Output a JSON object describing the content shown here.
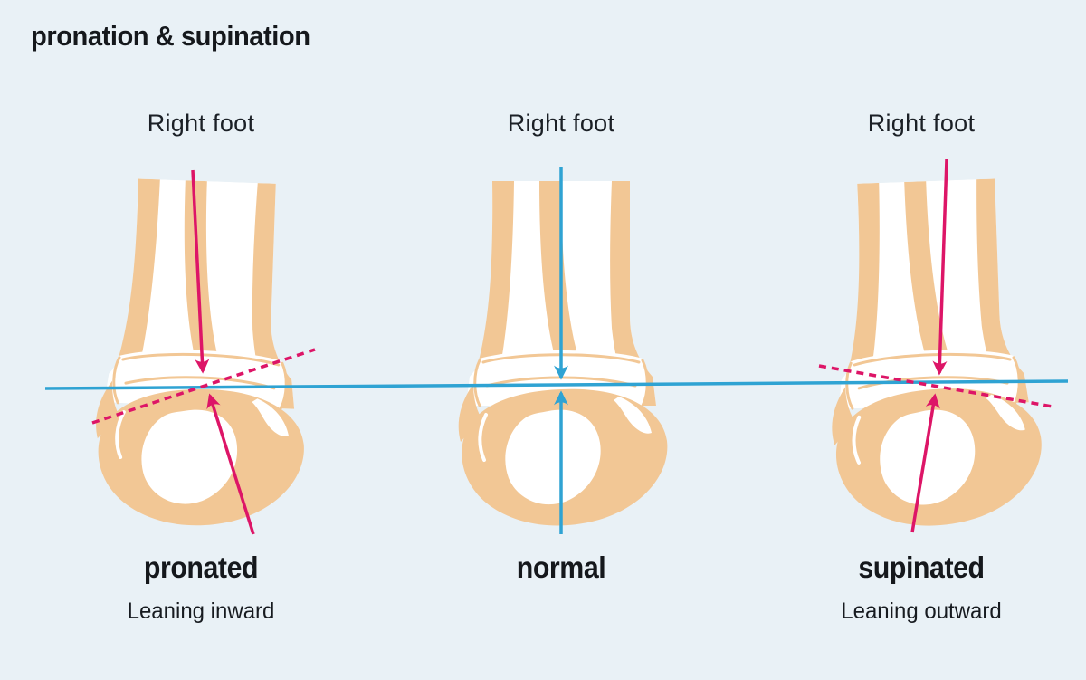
{
  "title": "pronation & supination",
  "colors": {
    "background": "#e9f1f6",
    "skin": "#f2c795",
    "bone": "#ffffff",
    "axis_blue": "#2fa3d3",
    "arrow_pink": "#dd1567",
    "text_dark": "#15181c"
  },
  "panels": [
    {
      "top_label": "Right foot",
      "name": "pronated",
      "caption": "Leaning inward"
    },
    {
      "top_label": "Right foot",
      "name": "normal",
      "caption": ""
    },
    {
      "top_label": "Right foot",
      "name": "supinated",
      "caption": "Leaning outward"
    }
  ]
}
